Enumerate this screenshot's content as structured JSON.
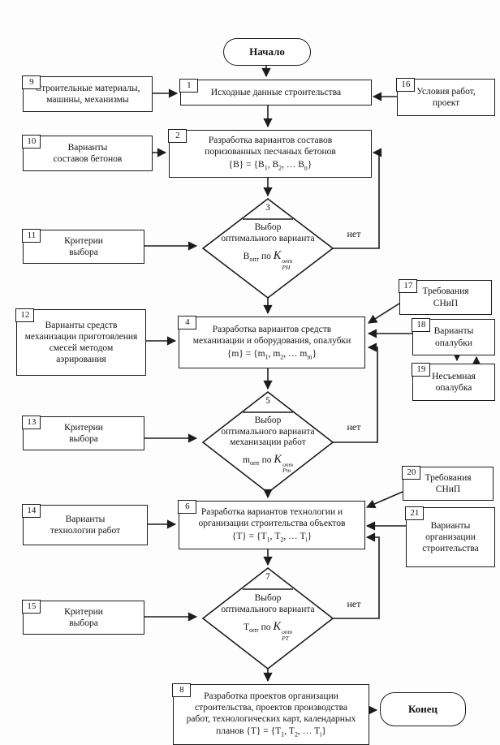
{
  "terminals": {
    "start": "Начало",
    "end": "Конец"
  },
  "no_label": "нет",
  "colors": {
    "line": "#1c1c1c",
    "background": "#fdfdfd"
  },
  "boxes": {
    "b1": {
      "num": "1",
      "lines": [
        "Исходные данные строительства"
      ]
    },
    "b2": {
      "num": "2",
      "lines": [
        "Разработка вариантов составов",
        "поризованных песчаных бетонов"
      ],
      "formula": [
        "{В} = {В",
        "1",
        ", В",
        "2",
        ", … В",
        "n",
        "}"
      ]
    },
    "b4": {
      "num": "4",
      "lines": [
        "Разработка вариантов средств",
        "механизации и оборудования, опалубки"
      ],
      "formula": [
        "{m} = {m",
        "1",
        ", m",
        "2",
        ", … m",
        "m",
        "}"
      ]
    },
    "b6": {
      "num": "6",
      "lines": [
        "Разработка вариантов технологии и",
        "организации строительства объектов"
      ],
      "formula": [
        "{Т} = {Т",
        "1",
        ", Т",
        "2",
        ", … Т",
        "i",
        "}"
      ]
    },
    "b8": {
      "num": "8",
      "lines": [
        "Разработка проектов организации",
        "строительства, проектов производства",
        "работ, технологических карт, календарных"
      ],
      "formula": [
        "планов {Т} = {Т",
        "1",
        ", Т",
        "2",
        ", … Т",
        "i",
        "}"
      ]
    },
    "b9": {
      "num": "9",
      "lines": [
        "Строительные материалы,",
        "машины, механизмы"
      ]
    },
    "b10": {
      "num": "10",
      "lines": [
        "Варианты",
        "составов бетонов"
      ]
    },
    "b11": {
      "num": "11",
      "lines": [
        "Критерии",
        "выбора"
      ]
    },
    "b12": {
      "num": "12",
      "lines": [
        "Варианты средств",
        "механизации приготовления",
        "смесей методом",
        "аэрирования"
      ]
    },
    "b13": {
      "num": "13",
      "lines": [
        "Критерии",
        "выбора"
      ]
    },
    "b14": {
      "num": "14",
      "lines": [
        "Варианты",
        "технологии работ"
      ]
    },
    "b15": {
      "num": "15",
      "lines": [
        "Критерии",
        "выбора"
      ]
    },
    "b16": {
      "num": "16",
      "lines": [
        "Условия работ,",
        "проект"
      ]
    },
    "b17": {
      "num": "17",
      "lines": [
        "Требования",
        "СНиП"
      ]
    },
    "b18": {
      "num": "18",
      "lines": [
        "Варианты",
        "опалубки"
      ]
    },
    "b19": {
      "num": "19",
      "lines": [
        "Несъемная",
        "опалубка"
      ]
    },
    "b20": {
      "num": "20",
      "lines": [
        "Требования",
        "СНиП"
      ]
    },
    "b21": {
      "num": "21",
      "lines": [
        "Варианты",
        "организации",
        "строительства"
      ]
    }
  },
  "decisions": {
    "d3": {
      "num": "3",
      "lines": [
        "Выбор",
        "оптимального варианта"
      ],
      "f_base": "В",
      "f_base_sub": "опт",
      "f_po": " по ",
      "f_k": "K",
      "f_k_sup": "опт",
      "f_k_sub": "РН"
    },
    "d5": {
      "num": "5",
      "lines": [
        "Выбор",
        "оптимального варианта",
        "механизации работ"
      ],
      "f_base": "m",
      "f_base_sub": "опт",
      "f_po": " по ",
      "f_k": "K",
      "f_k_sup": "опт",
      "f_k_sub": "Рm"
    },
    "d7": {
      "num": "7",
      "lines": [
        "Выбор",
        "оптимального варианта"
      ],
      "f_base": "Т",
      "f_base_sub": "опт",
      "f_po": " по ",
      "f_k": "K",
      "f_k_sup": "опт",
      "f_k_sub": "РТ"
    }
  }
}
